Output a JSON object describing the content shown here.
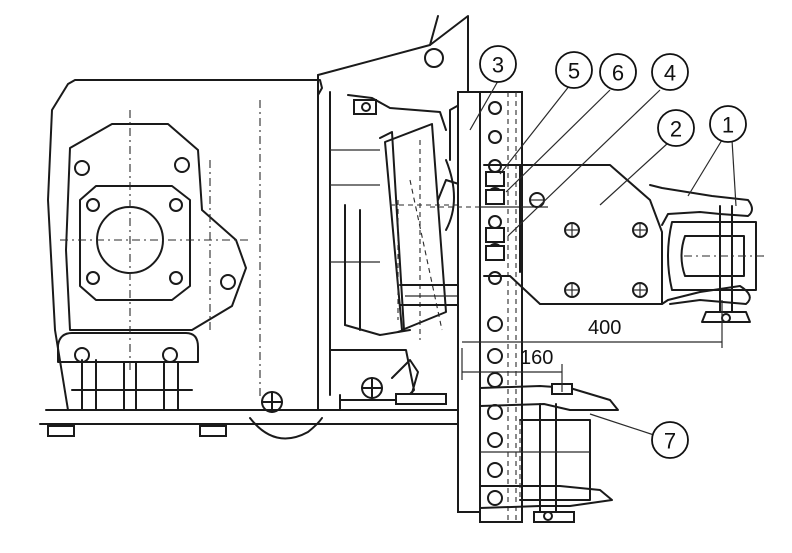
{
  "callouts": {
    "c1": "1",
    "c2": "2",
    "c3": "3",
    "c4": "4",
    "c5": "5",
    "c6": "6",
    "c7": "7"
  },
  "dimensions": {
    "d400": "400",
    "d160": "160"
  }
}
